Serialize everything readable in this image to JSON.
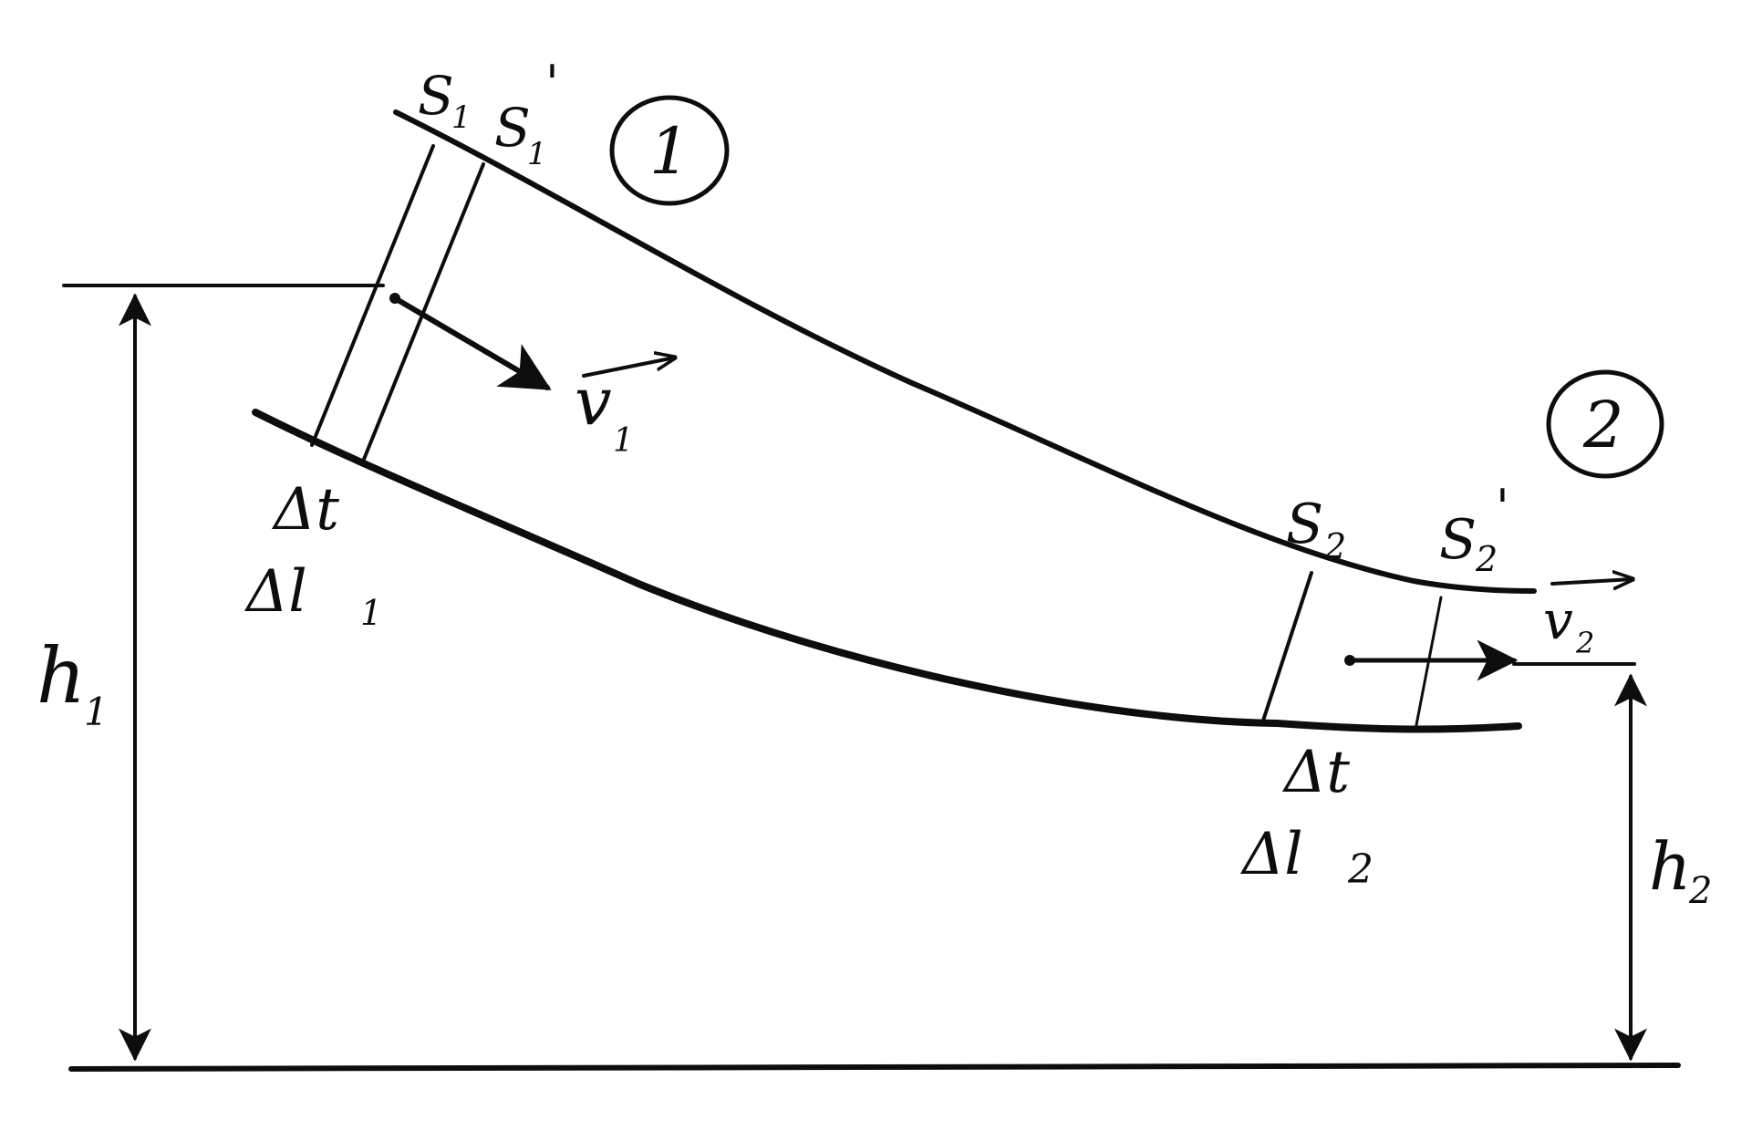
{
  "diagram": {
    "labels": {
      "s1": "S",
      "s1_sub": "1",
      "s1_prime": "S",
      "s1_prime_sub": "1",
      "s1_prime_mark": "'",
      "section1": "1",
      "v1": "v",
      "v1_sub": "1",
      "dt1": "Δt",
      "dl1": "Δl",
      "dl1_sub": "1",
      "h1": "h",
      "h1_sub": "1",
      "s2": "S",
      "s2_sub": "2",
      "s2_prime": "S",
      "s2_prime_sub": "2",
      "s2_prime_mark": "'",
      "section2": "2",
      "v2": "v",
      "v2_sub": "2",
      "dt2": "Δt",
      "dl2": "Δl",
      "dl2_sub": "2",
      "h2": "h",
      "h2_sub": "2"
    },
    "colors": {
      "ink": "#0d0d0d",
      "paper": "#ffffff"
    }
  }
}
